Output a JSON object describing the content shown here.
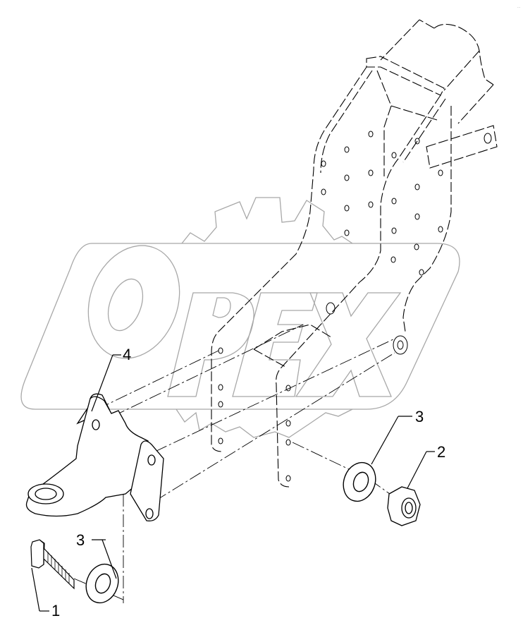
{
  "diagram": {
    "type": "exploded-parts-assembly",
    "watermark": {
      "text": "OPEX",
      "color": "#a0a0a0"
    },
    "corner_mark": "···",
    "line_color": "#000000",
    "callouts": [
      {
        "id": "c1",
        "label": "1",
        "part": "bolt"
      },
      {
        "id": "c2",
        "label": "2",
        "part": "lock-nut"
      },
      {
        "id": "c3a",
        "label": "3",
        "part": "washer-right"
      },
      {
        "id": "c3b",
        "label": "3",
        "part": "washer-left"
      },
      {
        "id": "c4",
        "label": "4",
        "part": "towing-eye-bracket"
      }
    ]
  }
}
